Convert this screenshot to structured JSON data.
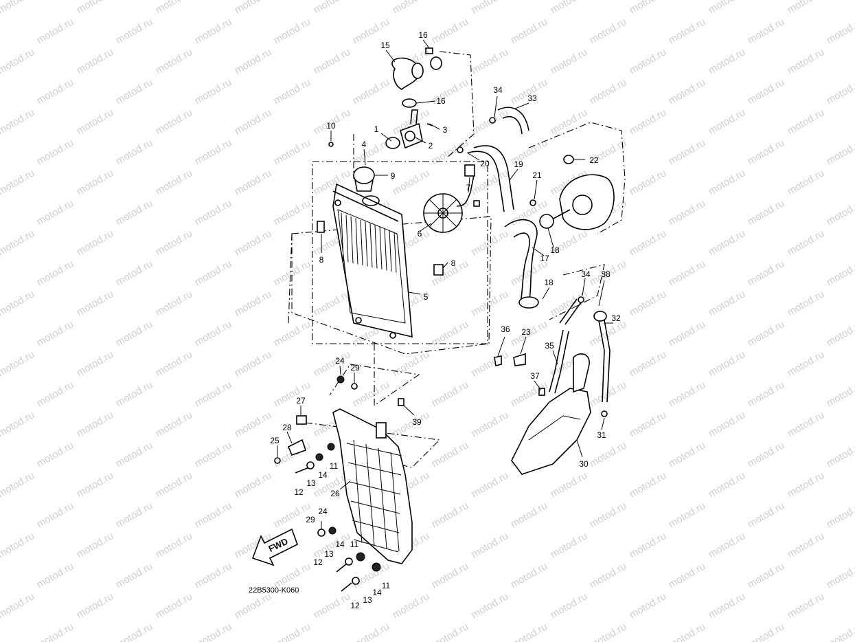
{
  "watermark": "motod.ru",
  "diagram_code": "22B5300-K060",
  "direction_label": "FWD",
  "callouts": {
    "c1": "1",
    "c2": "2",
    "c3": "3",
    "c4": "4",
    "c5": "5",
    "c6": "6",
    "c7": "7",
    "c8a": "8",
    "c8b": "8",
    "c9": "9",
    "c10": "10",
    "c11a": "11",
    "c11b": "11",
    "c11c": "11",
    "c12a": "12",
    "c12b": "12",
    "c12c": "12",
    "c13a": "13",
    "c13b": "13",
    "c13c": "13",
    "c14a": "14",
    "c14b": "14",
    "c14c": "14",
    "c15": "15",
    "c16a": "16",
    "c16b": "16",
    "c17": "17",
    "c18a": "18",
    "c18b": "18",
    "c19": "19",
    "c20": "20",
    "c21": "21",
    "c22": "22",
    "c23": "23",
    "c24a": "24",
    "c24b": "24",
    "c25": "25",
    "c26": "26",
    "c27": "27",
    "c28": "28",
    "c29a": "29",
    "c29b": "29",
    "c30": "30",
    "c31": "31",
    "c32": "32",
    "c33": "33",
    "c34a": "34",
    "c34b": "34",
    "c35": "35",
    "c36": "36",
    "c37": "37",
    "c38": "38",
    "c39": "39"
  }
}
